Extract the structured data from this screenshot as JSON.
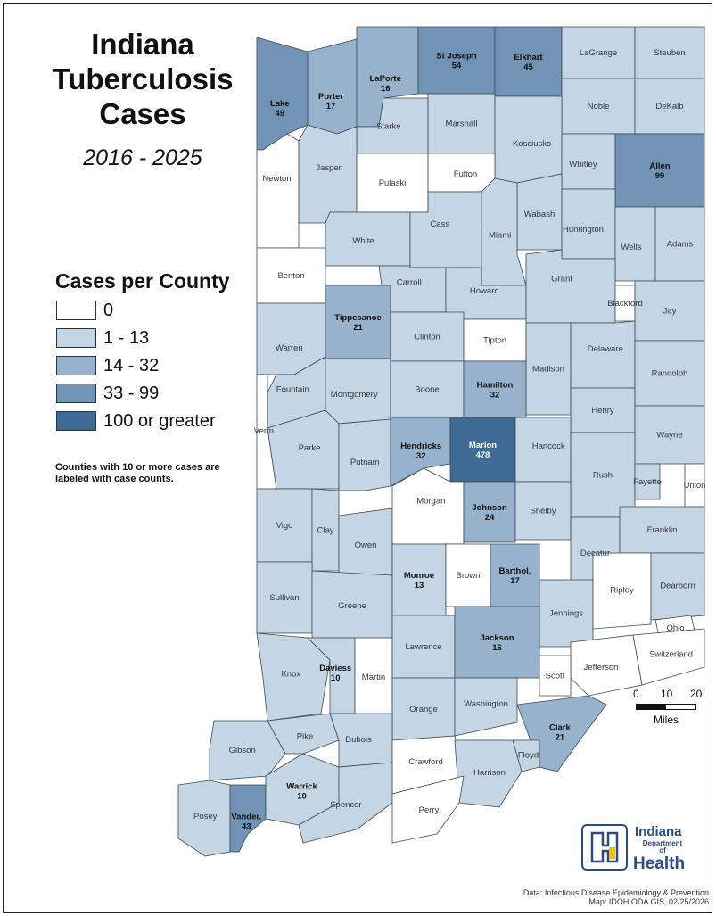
{
  "title": {
    "line1": "Indiana",
    "line2": "Tuberculosis",
    "line3": "Cases",
    "years": "2016 - 2025"
  },
  "legend": {
    "title": "Cases per County",
    "items": [
      {
        "label": "0",
        "color": "#ffffff"
      },
      {
        "label": "1 - 13",
        "color": "#c4d5e3"
      },
      {
        "label": "14 - 32",
        "color": "#96b2cc"
      },
      {
        "label": "33 - 99",
        "color": "#7093b6"
      },
      {
        "label": "100 or greater",
        "color": "#3e6b93"
      }
    ],
    "note": "Counties with 10 or more cases are labeled with case counts."
  },
  "scale_bar": {
    "ticks": [
      "0",
      "10",
      "20"
    ],
    "unit": "Miles"
  },
  "logo": {
    "line1": "Indiana",
    "line2": "Department",
    "line3": "of",
    "line4": "Health"
  },
  "credits": {
    "line1": "Data: Infectious Disease Epidemiology & Prevention",
    "line2": "Map: IDOH ODA GIS, 02/25/2026"
  },
  "counties": [
    {
      "name": "Lake",
      "count": "49",
      "cls": 3
    },
    {
      "name": "Porter",
      "count": "17",
      "cls": 2
    },
    {
      "name": "LaPorte",
      "count": "16",
      "cls": 2
    },
    {
      "name": "St Joseph",
      "count": "54",
      "cls": 3
    },
    {
      "name": "Elkhart",
      "count": "45",
      "cls": 3
    },
    {
      "name": "LaGrange",
      "count": "",
      "cls": 1
    },
    {
      "name": "Steuben",
      "count": "",
      "cls": 1
    },
    {
      "name": "Noble",
      "count": "",
      "cls": 1
    },
    {
      "name": "DeKalb",
      "count": "",
      "cls": 1
    },
    {
      "name": "Starke",
      "count": "",
      "cls": 1
    },
    {
      "name": "Marshall",
      "count": "",
      "cls": 1
    },
    {
      "name": "Kosciusko",
      "count": "",
      "cls": 1
    },
    {
      "name": "Whitley",
      "count": "",
      "cls": 1
    },
    {
      "name": "Allen",
      "count": "99",
      "cls": 3
    },
    {
      "name": "Newton",
      "count": "",
      "cls": 0
    },
    {
      "name": "Jasper",
      "count": "",
      "cls": 1
    },
    {
      "name": "Pulaski",
      "count": "",
      "cls": 0
    },
    {
      "name": "Fulton",
      "count": "",
      "cls": 0
    },
    {
      "name": "Wabash",
      "count": "",
      "cls": 1
    },
    {
      "name": "Huntington",
      "count": "",
      "cls": 1
    },
    {
      "name": "Wells",
      "count": "",
      "cls": 1
    },
    {
      "name": "Adams",
      "count": "",
      "cls": 1
    },
    {
      "name": "Benton",
      "count": "",
      "cls": 0
    },
    {
      "name": "White",
      "count": "",
      "cls": 1
    },
    {
      "name": "Cass",
      "count": "",
      "cls": 1
    },
    {
      "name": "Miami",
      "count": "",
      "cls": 1
    },
    {
      "name": "Carroll",
      "count": "",
      "cls": 1
    },
    {
      "name": "Howard",
      "count": "",
      "cls": 1
    },
    {
      "name": "Grant",
      "count": "",
      "cls": 1
    },
    {
      "name": "Blackford",
      "count": "",
      "cls": 0
    },
    {
      "name": "Jay",
      "count": "",
      "cls": 1
    },
    {
      "name": "Warren",
      "count": "",
      "cls": 1
    },
    {
      "name": "Tippecanoe",
      "count": "21",
      "cls": 2
    },
    {
      "name": "Clinton",
      "count": "",
      "cls": 1
    },
    {
      "name": "Tipton",
      "count": "",
      "cls": 0
    },
    {
      "name": "Madison",
      "count": "",
      "cls": 1
    },
    {
      "name": "Delaware",
      "count": "",
      "cls": 1
    },
    {
      "name": "Randolph",
      "count": "",
      "cls": 1
    },
    {
      "name": "Fountain",
      "count": "",
      "cls": 1
    },
    {
      "name": "Montgomery",
      "count": "",
      "cls": 1
    },
    {
      "name": "Boone",
      "count": "",
      "cls": 1
    },
    {
      "name": "Hamilton",
      "count": "32",
      "cls": 2
    },
    {
      "name": "Henry",
      "count": "",
      "cls": 1
    },
    {
      "name": "Wayne",
      "count": "",
      "cls": 1
    },
    {
      "name": "Verm.",
      "count": "",
      "cls": 0
    },
    {
      "name": "Parke",
      "count": "",
      "cls": 1
    },
    {
      "name": "Putnam",
      "count": "",
      "cls": 1
    },
    {
      "name": "Hendricks",
      "count": "32",
      "cls": 2
    },
    {
      "name": "Marion",
      "count": "478",
      "cls": 4
    },
    {
      "name": "Hancock",
      "count": "",
      "cls": 1
    },
    {
      "name": "Rush",
      "count": "",
      "cls": 1
    },
    {
      "name": "Fayette",
      "count": "",
      "cls": 1
    },
    {
      "name": "Union",
      "count": "",
      "cls": 0
    },
    {
      "name": "Vigo",
      "count": "",
      "cls": 1
    },
    {
      "name": "Clay",
      "count": "",
      "cls": 1
    },
    {
      "name": "Owen",
      "count": "",
      "cls": 1
    },
    {
      "name": "Morgan",
      "count": "",
      "cls": 0
    },
    {
      "name": "Johnson",
      "count": "24",
      "cls": 2
    },
    {
      "name": "Shelby",
      "count": "",
      "cls": 1
    },
    {
      "name": "Decatur",
      "count": "",
      "cls": 1
    },
    {
      "name": "Franklin",
      "count": "",
      "cls": 1
    },
    {
      "name": "Sullivan",
      "count": "",
      "cls": 1
    },
    {
      "name": "Greene",
      "count": "",
      "cls": 1
    },
    {
      "name": "Monroe",
      "count": "13",
      "cls": 1
    },
    {
      "name": "Brown",
      "count": "",
      "cls": 0
    },
    {
      "name": "Barthol.",
      "count": "17",
      "cls": 2
    },
    {
      "name": "Jennings",
      "count": "",
      "cls": 1
    },
    {
      "name": "Ripley",
      "count": "",
      "cls": 0
    },
    {
      "name": "Dearborn",
      "count": "",
      "cls": 1
    },
    {
      "name": "Ohio",
      "count": "",
      "cls": 0
    },
    {
      "name": "Knox",
      "count": "",
      "cls": 1
    },
    {
      "name": "Daviess",
      "count": "10",
      "cls": 1
    },
    {
      "name": "Martin",
      "count": "",
      "cls": 0
    },
    {
      "name": "Lawrence",
      "count": "",
      "cls": 1
    },
    {
      "name": "Jackson",
      "count": "16",
      "cls": 2
    },
    {
      "name": "Jefferson",
      "count": "",
      "cls": 0
    },
    {
      "name": "Switzerland",
      "count": "",
      "cls": 0
    },
    {
      "name": "Scott",
      "count": "",
      "cls": 0
    },
    {
      "name": "Orange",
      "count": "",
      "cls": 1
    },
    {
      "name": "Washington",
      "count": "",
      "cls": 1
    },
    {
      "name": "Clark",
      "count": "21",
      "cls": 2
    },
    {
      "name": "Gibson",
      "count": "",
      "cls": 1
    },
    {
      "name": "Pike",
      "count": "",
      "cls": 1
    },
    {
      "name": "Dubois",
      "count": "",
      "cls": 1
    },
    {
      "name": "Crawford",
      "count": "",
      "cls": 0
    },
    {
      "name": "Floyd",
      "count": "",
      "cls": 1
    },
    {
      "name": "Harrison",
      "count": "",
      "cls": 1
    },
    {
      "name": "Posey",
      "count": "",
      "cls": 1
    },
    {
      "name": "Vander.",
      "count": "43",
      "cls": 3
    },
    {
      "name": "Warrick",
      "count": "10",
      "cls": 1
    },
    {
      "name": "Spencer",
      "count": "",
      "cls": 1
    },
    {
      "name": "Perry",
      "count": "",
      "cls": 0
    }
  ]
}
